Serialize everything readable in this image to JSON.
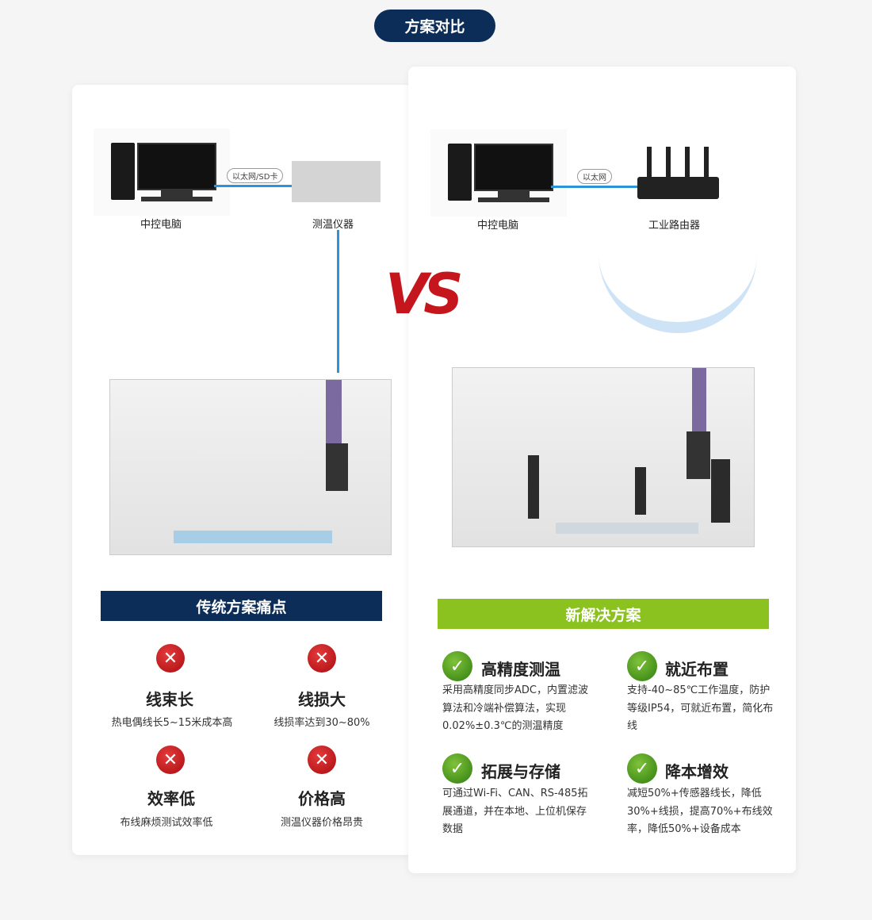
{
  "header": {
    "title": "方案对比"
  },
  "left": {
    "pc_label": "中控电脑",
    "link_tag": "以太网/SD卡",
    "device_label": "测温仪器",
    "banner": "传统方案痛点",
    "items": [
      {
        "icon": "x-circle-icon",
        "title": "线束长",
        "desc": "热电偶线长5~15米成本高"
      },
      {
        "icon": "x-circle-icon",
        "title": "线损大",
        "desc": "线损率达到30~80%"
      },
      {
        "icon": "x-circle-icon",
        "title": "效率低",
        "desc": "布线麻烦测试效率低"
      },
      {
        "icon": "x-circle-icon",
        "title": "价格高",
        "desc": "测温仪器价格昂贵"
      }
    ]
  },
  "vs": "VS",
  "right": {
    "pc_label": "中控电脑",
    "link_tag": "以太网",
    "device_label": "工业路由器",
    "banner": "新解决方案",
    "items": [
      {
        "icon": "check-circle-icon",
        "title": "高精度测温",
        "desc": "采用高精度同步ADC，内置滤波算法和冷端补偿算法，实现0.02%±0.3℃的测温精度"
      },
      {
        "icon": "check-circle-icon",
        "title": "就近布置",
        "desc": "支持-40~85℃工作温度，防护等级IP54，可就近布置，简化布线"
      },
      {
        "icon": "check-circle-icon",
        "title": "拓展与存储",
        "desc": "可通过Wi-Fi、CAN、RS-485拓展通道，并在本地、上位机保存数据"
      },
      {
        "icon": "check-circle-icon",
        "title": "降本增效",
        "desc": "减短50%+传感器线长，降低30%+线损，提高70%+布线效率，降低50%+设备成本"
      }
    ]
  },
  "colors": {
    "navy": "#0c2d57",
    "green": "#8cc21f",
    "red": "#c4161c"
  }
}
